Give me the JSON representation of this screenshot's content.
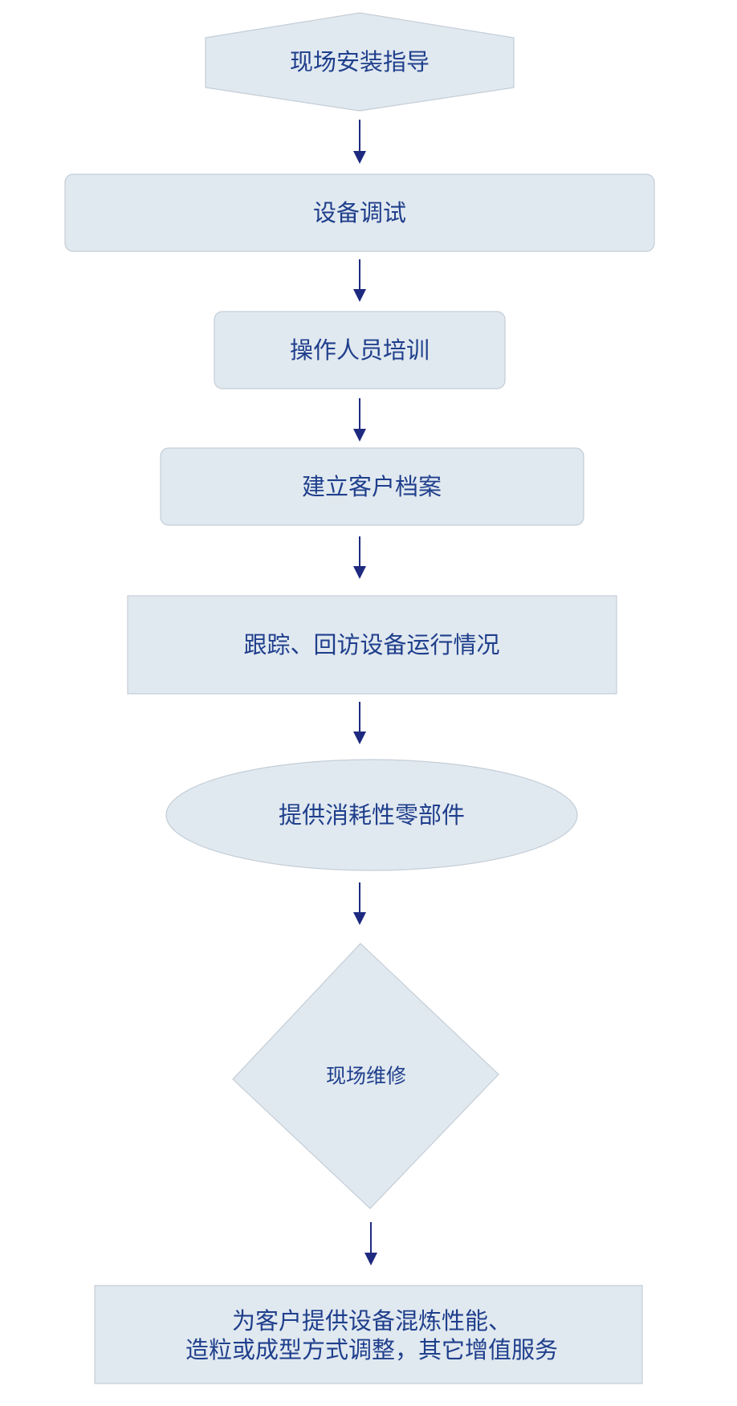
{
  "flowchart": {
    "steps": [
      {
        "label": "现场安装指导",
        "shape": "hexagon"
      },
      {
        "label": "设备调试",
        "shape": "rounded-rect"
      },
      {
        "label": "操作人员培训",
        "shape": "rounded-rect"
      },
      {
        "label": "建立客户档案",
        "shape": "rounded-rect"
      },
      {
        "label": "跟踪、回访设备运行情况",
        "shape": "rect"
      },
      {
        "label": "提供消耗性零部件",
        "shape": "ellipse"
      },
      {
        "label": "现场维修",
        "shape": "diamond"
      },
      {
        "label_lines": [
          "为客户提供设备混炼性能、",
          "造粒或成型方式调整，其它增值服务"
        ],
        "shape": "rect"
      }
    ],
    "connector": "arrow-down",
    "colors": {
      "node_fill": "#e1e9f0",
      "node_border": "#c4cdd6",
      "text": "#1f3f8c",
      "arrow": "#1e2a80"
    }
  }
}
